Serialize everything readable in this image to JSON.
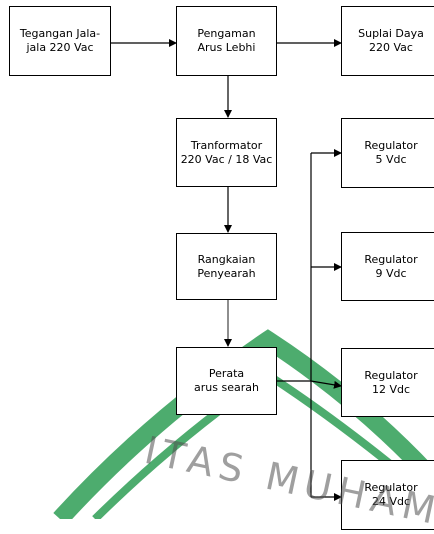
{
  "diagram": {
    "nodes": [
      {
        "id": "input",
        "label": "Tegangan Jala-\njala 220 Vac"
      },
      {
        "id": "protection",
        "label": "Pengaman\nArus Lebhi"
      },
      {
        "id": "supply",
        "label": "Suplai Daya\n220 Vac"
      },
      {
        "id": "transformer",
        "label": "Tranformator\n220 Vac / 18 Vac"
      },
      {
        "id": "rectifier",
        "label": "Rangkaian\nPenyearah"
      },
      {
        "id": "filter",
        "label": "Perata\narus searah"
      },
      {
        "id": "reg5",
        "label": "Regulator\n5 Vdc"
      },
      {
        "id": "reg9",
        "label": "Regulator\n9 Vdc"
      },
      {
        "id": "reg12",
        "label": "Regulator\n12 Vdc"
      },
      {
        "id": "reg24",
        "label": "Regulator\n24 Vdc"
      }
    ],
    "edges": [
      {
        "from": "input",
        "to": "protection"
      },
      {
        "from": "protection",
        "to": "supply"
      },
      {
        "from": "protection",
        "to": "transformer"
      },
      {
        "from": "transformer",
        "to": "rectifier"
      },
      {
        "from": "rectifier",
        "to": "filter"
      },
      {
        "from": "filter",
        "to": "reg5"
      },
      {
        "from": "filter",
        "to": "reg9"
      },
      {
        "from": "filter",
        "to": "reg12"
      },
      {
        "from": "filter",
        "to": "reg24"
      }
    ]
  },
  "watermark": {
    "text": "ITAS MUHAM",
    "color": "#2e9e55"
  }
}
